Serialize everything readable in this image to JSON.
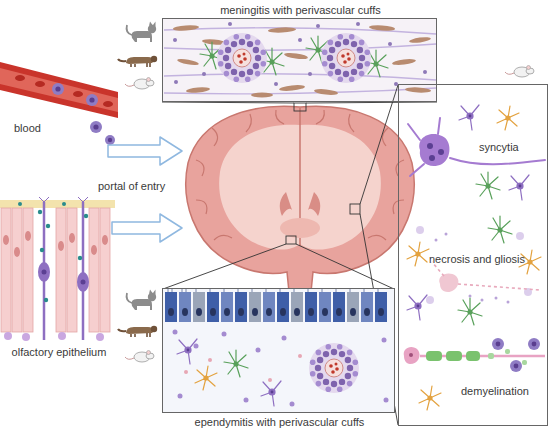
{
  "diagram": {
    "nodes": [
      {
        "text": [
          "meningitis with perivascular cuffs"
        ]
      },
      {
        "text": [
          "blood"
        ]
      },
      {
        "text": [
          "olfactory epithelium"
        ]
      },
      {
        "text": [
          "syncytia",
          "necrosis and gliosis",
          "demyelination"
        ]
      },
      {
        "text": [
          "ependymitis with perivascular cuffs"
        ]
      }
    ],
    "labels": [
      "portal of entry"
    ]
  }
}
